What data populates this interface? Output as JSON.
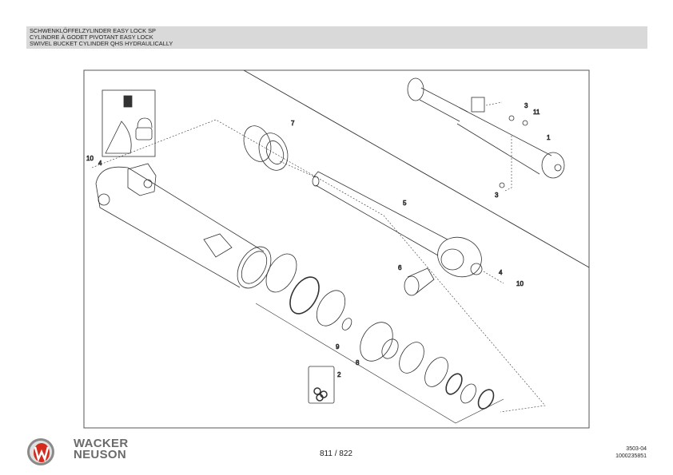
{
  "header": {
    "title_de": "SCHWENKLÖFFELZYLINDER EASY LOCK SP",
    "title_fr": "CYLINDRE À GODET PIVOTANT EASY LOCK",
    "title_en": "SWIVEL BUCKET CYLINDER QHS HYDRAULICALLY"
  },
  "diagram": {
    "callouts": [
      "1",
      "2",
      "3",
      "3",
      "4",
      "4",
      "5",
      "6",
      "7",
      "8",
      "9",
      "10",
      "10",
      "11"
    ]
  },
  "footer": {
    "brand_line1": "WACKER",
    "brand_line2": "NEUSON",
    "page_indicator": "811 / 822",
    "doc_code": "3503-04",
    "part_number": "1000235851"
  },
  "colors": {
    "header_bg": "#d9d9d9",
    "logo_red": "#d52b1e"
  }
}
